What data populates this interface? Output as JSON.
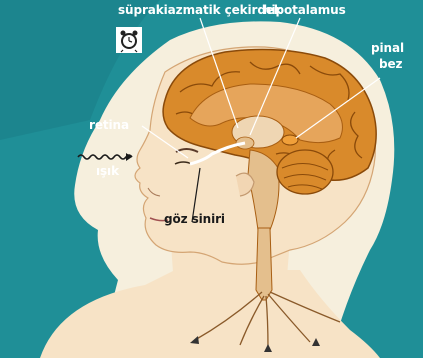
{
  "labels": {
    "scn": "süprakiazmatik çekirdek",
    "hypothalamus": "hipotalamus",
    "pineal_line1": "pinal",
    "pineal_line2": "bez",
    "retina": "retina",
    "light": "ışık",
    "optic_nerve": "göz siniri"
  },
  "icons": {
    "clock": "alarm-clock-icon"
  },
  "colors": {
    "background": "#1f8f97",
    "halo": "#f6efdd",
    "skin": "#f7e3c6",
    "skin_shadow": "#e9c9a0",
    "brain": "#d98a2b",
    "brain_dark": "#a85e12",
    "nerve": "#ffffff",
    "label_light": "#ffffff",
    "label_dark": "#1a1a1a"
  }
}
